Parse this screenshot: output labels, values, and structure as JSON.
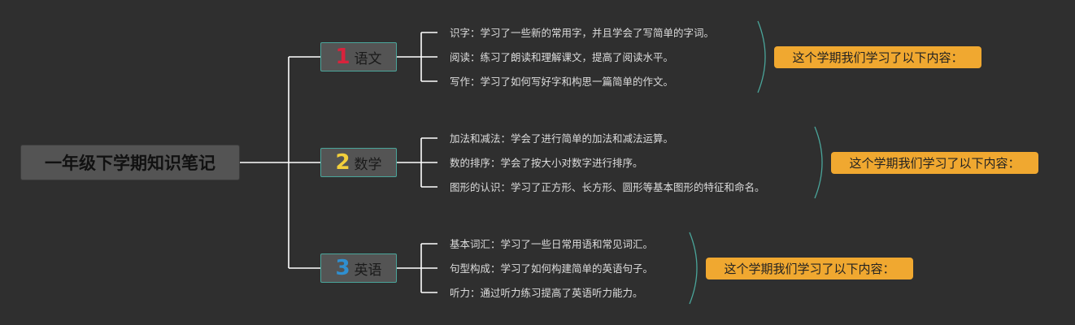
{
  "root": {
    "title": "一年级下学期知识笔记"
  },
  "subjects": [
    {
      "number": "1",
      "number_color": "#d8233c",
      "name": "语文",
      "details": [
        "识字：学习了一些新的常用字，并且学会了写简单的字词。",
        "阅读：练习了朗读和理解课文，提高了阅读水平。",
        "写作：学习了如何写好字和构思一篇简单的作文。"
      ],
      "summary": "这个学期我们学习了以下内容："
    },
    {
      "number": "2",
      "number_color": "#f2cf3b",
      "name": "数学",
      "details": [
        "加法和减法：学会了进行简单的加法和减法运算。",
        "数的排序：学会了按大小对数字进行排序。",
        "图形的认识：学习了正方形、长方形、圆形等基本图形的特征和命名。"
      ],
      "summary": "这个学期我们学习了以下内容："
    },
    {
      "number": "3",
      "number_color": "#2f8fd0",
      "name": "英语",
      "details": [
        "基本词汇：学习了一些日常用语和常见词汇。",
        "句型构成：学习了如何构建简单的英语句子。",
        "听力：通过听力练习提高了英语听力能力。"
      ],
      "summary": "这个学期我们学习了以下内容："
    }
  ],
  "colors": {
    "background": "#2f2f2f",
    "connector": "#ffffff",
    "bracket": "#4aa59a",
    "summary_fill": "#f0a830"
  }
}
